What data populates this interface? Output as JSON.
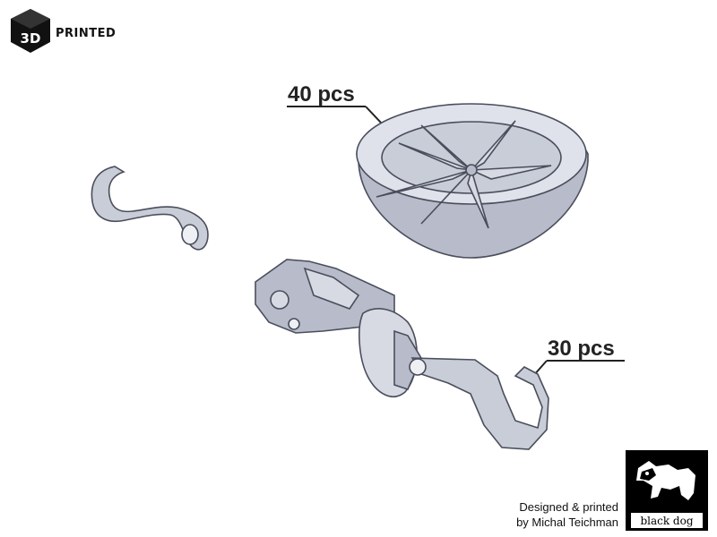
{
  "logo": {
    "label": "PRINTED",
    "cube_text": "3D"
  },
  "callouts": [
    {
      "quantity": "40 pcs"
    },
    {
      "quantity": "30 pcs"
    }
  ],
  "credit": {
    "line1": "Designed & printed",
    "line2": "by Michal Teichman"
  },
  "brand": {
    "name": "black dog"
  },
  "colors": {
    "part_fill": "#c9cdd8",
    "part_stroke": "#4a4e5c",
    "text": "#222222"
  }
}
